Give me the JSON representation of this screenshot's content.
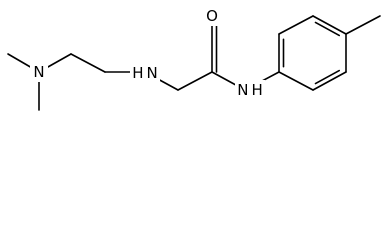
{
  "structure": {
    "atoms": [
      {
        "id": "a_me1",
        "element": "C"
      },
      {
        "id": "a_n1",
        "element": "N",
        "label": "N"
      },
      {
        "id": "a_me2",
        "element": "C"
      },
      {
        "id": "a_c1",
        "element": "C"
      },
      {
        "id": "a_c2",
        "element": "C"
      },
      {
        "id": "a_n2",
        "element": "N",
        "label": "H N"
      },
      {
        "id": "a_c3",
        "element": "C"
      },
      {
        "id": "a_c4",
        "element": "C"
      },
      {
        "id": "a_o",
        "element": "O",
        "label": "O"
      },
      {
        "id": "a_n3",
        "element": "N",
        "label": "N H"
      },
      {
        "id": "r1",
        "element": "C"
      },
      {
        "id": "r2",
        "element": "C"
      },
      {
        "id": "r3",
        "element": "C"
      },
      {
        "id": "r4",
        "element": "C"
      },
      {
        "id": "r5",
        "element": "C"
      },
      {
        "id": "r6",
        "element": "C"
      },
      {
        "id": "a_me3",
        "element": "C"
      }
    ],
    "bonds": [
      {
        "from": "a_me1",
        "to": "a_n1",
        "order": 1
      },
      {
        "from": "a_n1",
        "to": "a_me2",
        "order": 1
      },
      {
        "from": "a_n1",
        "to": "a_c1",
        "order": 1
      },
      {
        "from": "a_c1",
        "to": "a_c2",
        "order": 1
      },
      {
        "from": "a_c2",
        "to": "a_n2",
        "order": 1
      },
      {
        "from": "a_n2",
        "to": "a_c3",
        "order": 1
      },
      {
        "from": "a_c3",
        "to": "a_c4",
        "order": 1
      },
      {
        "from": "a_c4",
        "to": "a_o",
        "order": 2
      },
      {
        "from": "a_c4",
        "to": "a_n3",
        "order": 1
      },
      {
        "from": "a_n3",
        "to": "r1",
        "order": 1
      },
      {
        "from": "r1",
        "to": "r2",
        "order": 2
      },
      {
        "from": "r2",
        "to": "r3",
        "order": 1
      },
      {
        "from": "r3",
        "to": "r4",
        "order": 2
      },
      {
        "from": "r4",
        "to": "r5",
        "order": 1
      },
      {
        "from": "r5",
        "to": "r6",
        "order": 2
      },
      {
        "from": "r6",
        "to": "r1",
        "order": 1
      },
      {
        "from": "r4",
        "to": "a_me3",
        "order": 1
      }
    ]
  }
}
